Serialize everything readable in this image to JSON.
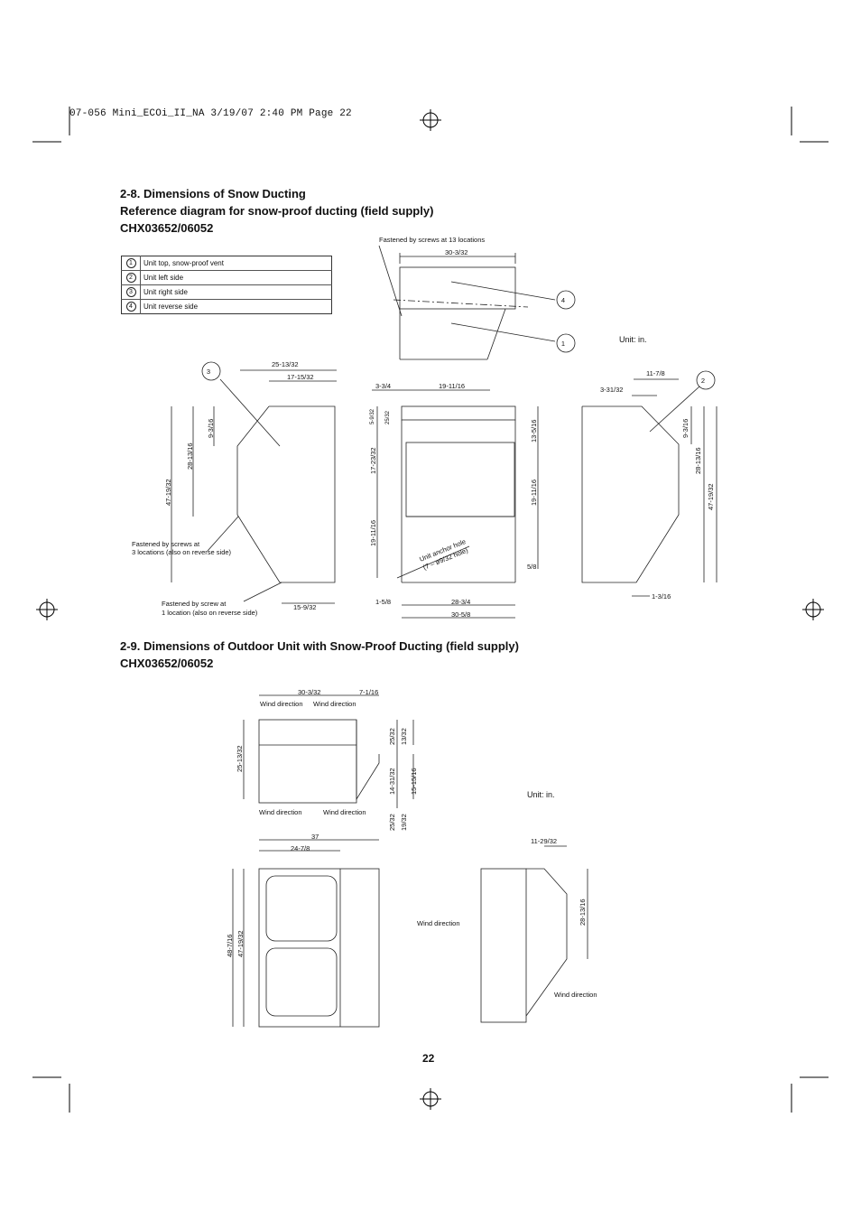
{
  "slug": "07-056 Mini_ECOi_II_NA  3/19/07  2:40 PM  Page 22",
  "section1": {
    "title": "2-8.  Dimensions of Snow Ducting",
    "subtitle": "Reference diagram for snow-proof ducting (field supply)",
    "model": "CHX03652/06052",
    "legend": [
      {
        "num": "1",
        "label": "Unit top, snow-proof vent"
      },
      {
        "num": "2",
        "label": "Unit left side"
      },
      {
        "num": "3",
        "label": "Unit right side"
      },
      {
        "num": "4",
        "label": "Unit reverse side"
      }
    ],
    "unit": "Unit: in.",
    "notes": {
      "top_screws": "Fastened by screws at 13 locations",
      "screws_3": "Fastened by screws at",
      "screws_3b": "3 locations (also on reverse side)",
      "screw_1": "Fastened by screw at",
      "screw_1b": "1 location (also on reverse side)",
      "anchor": "Unit anchor hole",
      "anchor_b": "(7 – ø9/32 hole)"
    },
    "dims": {
      "top_width": "30-3/32",
      "r_w1": "25-13/32",
      "r_w2": "17-15/32",
      "r_h1": "9-3/16",
      "r_h2": "28-13/16",
      "r_h3": "47-19/32",
      "r_b": "15-9/32",
      "f_a": "3-3/4",
      "f_b": "19-11/16",
      "f_c": "5-9/32",
      "f_d": "25/32",
      "f_e": "17-23/32",
      "f_f": "19-11/16",
      "f_g": "13-5/16",
      "f_h": "19-11/16",
      "f_i": "5/8",
      "f_j": "1-5/8",
      "f_k": "28-3/4",
      "f_l": "30-5/8",
      "l_a": "11-7/8",
      "l_b": "3-31/32",
      "l_c": "9-3/16",
      "l_d": "28-13/16",
      "l_e": "47-19/32",
      "l_f": "1-3/16"
    }
  },
  "section2": {
    "title": "2-9.  Dimensions of Outdoor Unit with Snow-Proof Ducting (field supply)",
    "model": "CHX03652/06052",
    "unit": "Unit: in.",
    "wind": "Wind direction",
    "dims": {
      "t_w": "30-3/32",
      "t_s": "7-1/16",
      "t_h": "25-13/32",
      "t_a": "25/32",
      "t_b": "13/32",
      "t_c": "14-31/32",
      "t_d": "15-15/16",
      "t_e": "25/32",
      "t_f": "19/32",
      "fr_w1": "37",
      "fr_w2": "24-7/8",
      "fr_h1": "48-7/16",
      "fr_h2": "47-19/32",
      "s_w": "11-29/32",
      "s_h": "28-13/16"
    }
  },
  "page_number": "22"
}
